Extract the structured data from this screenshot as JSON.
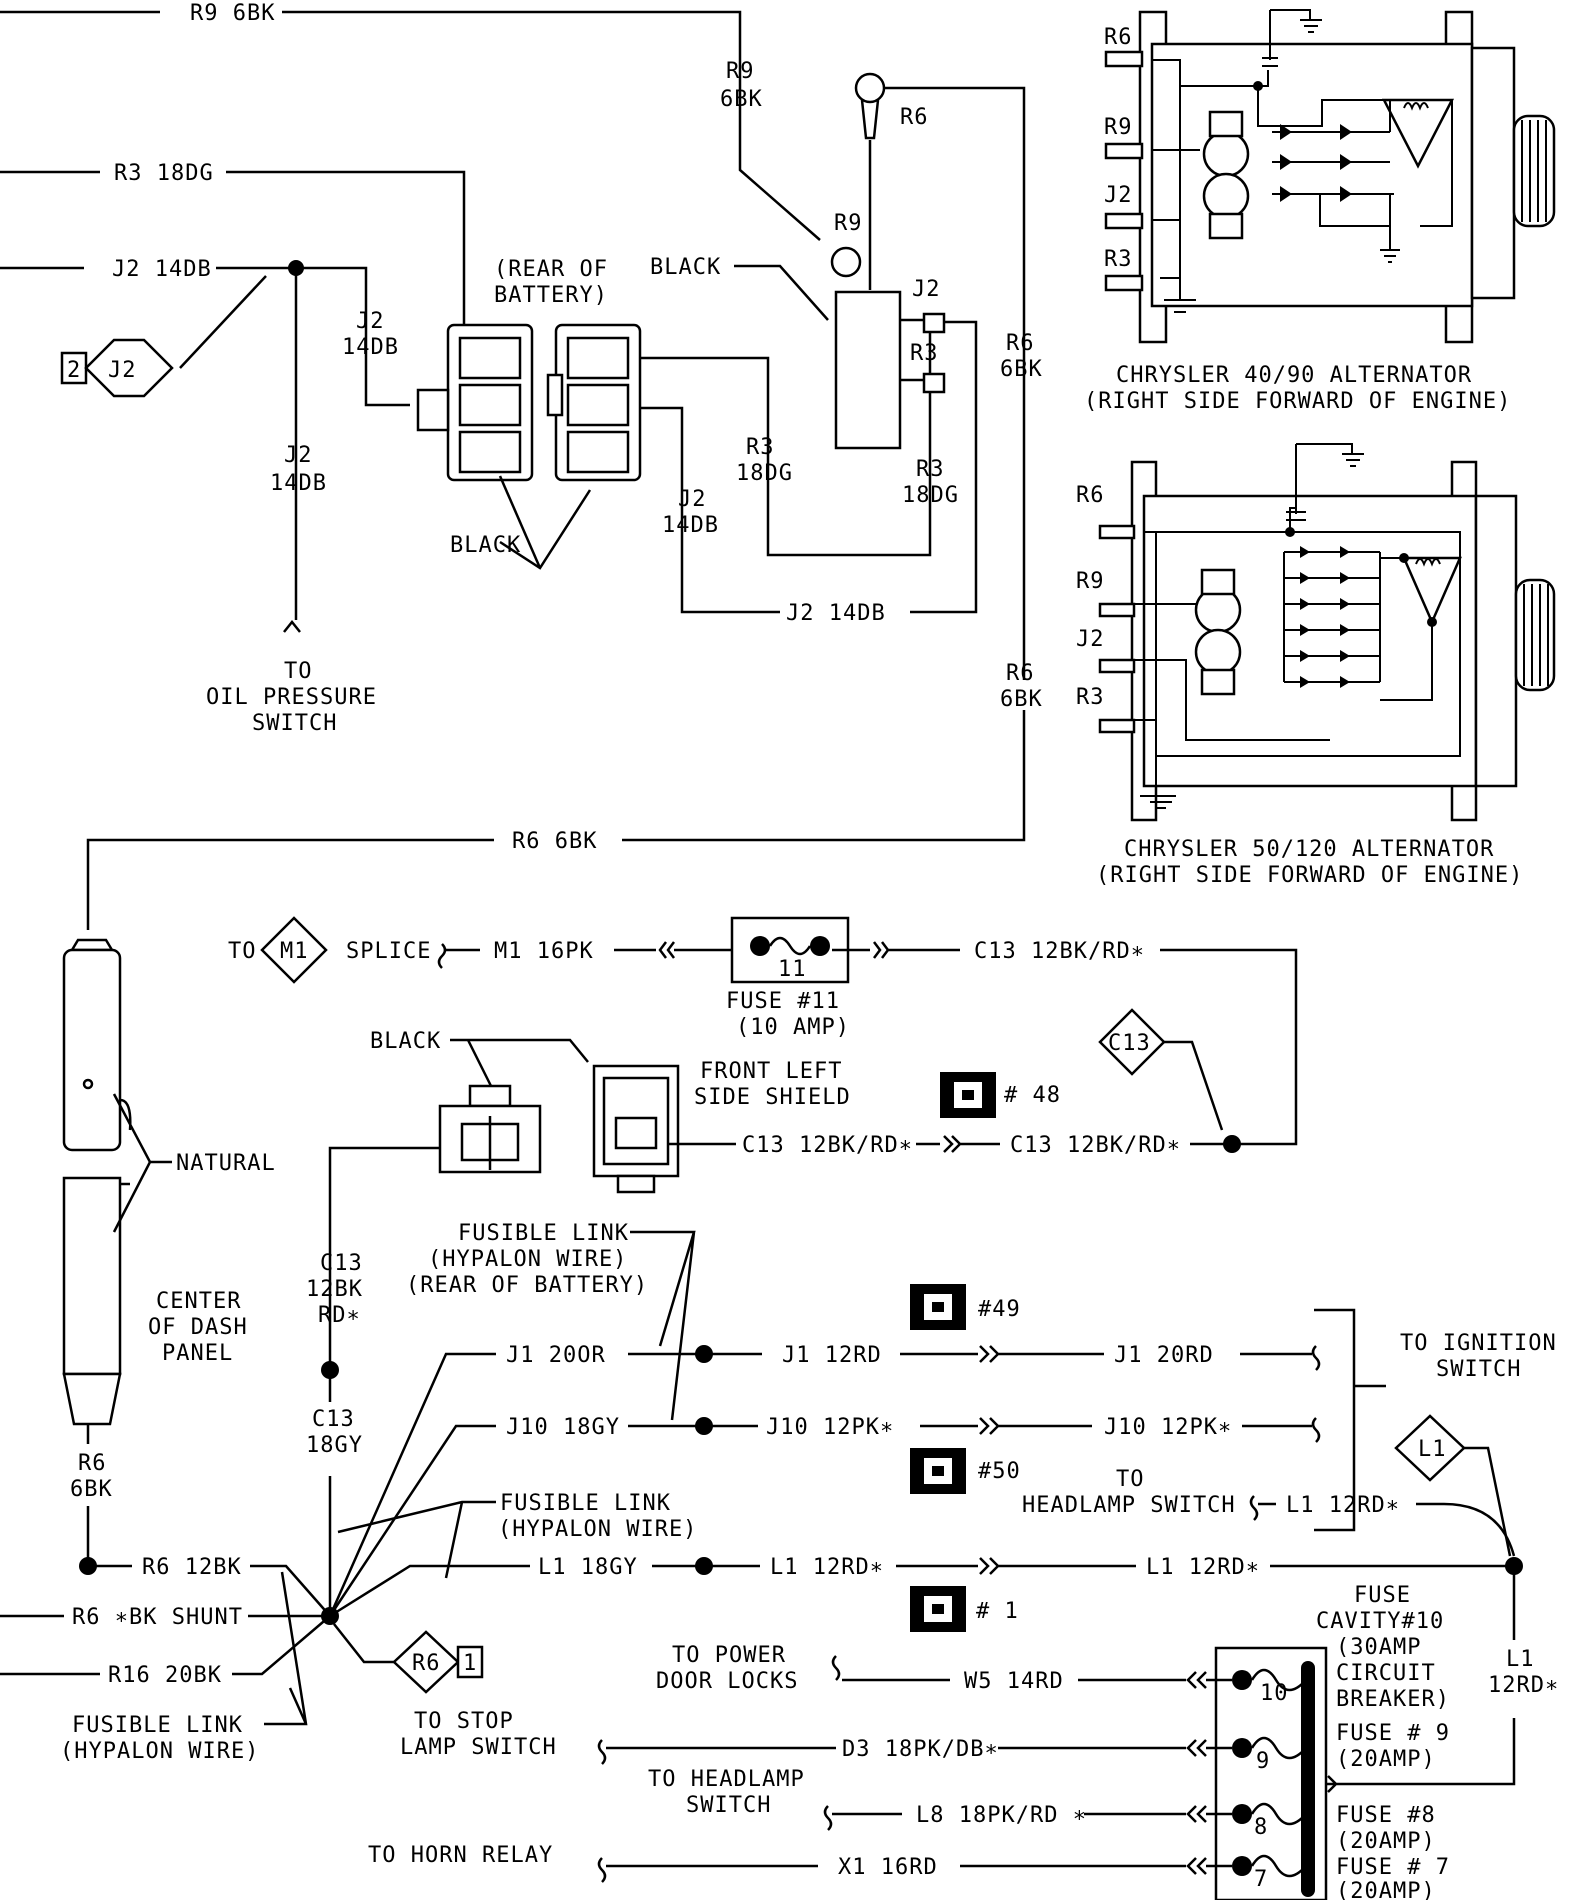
{
  "colors": {
    "ink": "#000000",
    "paper": "#ffffff"
  },
  "icons": [
    "connector-icon",
    "ground-icon",
    "fuse-icon",
    "diode-icon",
    "ring-terminal-icon",
    "splice-dot-icon"
  ],
  "top": {
    "r9_top": "R9 6BK",
    "r9_a": "R9",
    "r9_b": "6BK",
    "r6_stud": "R6",
    "r3_left": "R3 18DG",
    "j2_left": "J2 14DB",
    "j2_tag": "J2",
    "j2_tag_num": "2",
    "j2_conn_a": "J2",
    "j2_conn_b": "14DB",
    "j2_oil_a": "J2",
    "j2_oil_b": "14DB",
    "rear_battery_a": "(REAR OF",
    "rear_battery_b": "BATTERY)",
    "black_top": "BLACK",
    "black_bottom": "BLACK",
    "r9_ring": "R9",
    "j2_stud": "J2",
    "r3_stud": "R3",
    "r3_a1": "R3",
    "r3_a2": "18DG",
    "r3_b1": "R3",
    "r3_b2": "18DG",
    "j2_mid_a": "J2",
    "j2_mid_b": "14DB",
    "j2_bottom": "J2 14DB",
    "r6_right_a": "R6",
    "r6_right_b": "6BK",
    "r6_right2_a": "R6",
    "r6_right2_b": "6BK",
    "oil_1": "TO",
    "oil_2": "OIL PRESSURE",
    "oil_3": "SWITCH",
    "r6_long": "R6 6BK"
  },
  "alt1": {
    "r6": "R6",
    "r9": "R9",
    "j2": "J2",
    "r3": "R3",
    "title": "CHRYSLER 40/90 ALTERNATOR",
    "subtitle": "(RIGHT SIDE FORWARD OF ENGINE)"
  },
  "alt2": {
    "r6": "R6",
    "r9": "R9",
    "j2": "J2",
    "r3": "R3",
    "title": "CHRYSLER 50/120 ALTERNATOR",
    "subtitle": "(RIGHT SIDE FORWARD OF ENGINE)"
  },
  "middle": {
    "to": "TO",
    "m1": "M1",
    "splice": "SPLICE",
    "m1_wire": "M1 16PK",
    "fuse_num": "11",
    "fuse_label": "FUSE #11",
    "fuse_amp": "(10 AMP)",
    "c13_top": "C13 12BK/RD∗",
    "c13_tag": "C13",
    "black": "BLACK",
    "shield_a": "FRONT LEFT",
    "shield_b": "SIDE SHIELD",
    "conn48": "# 48",
    "c13_mid_a": "C13 12BK/RD∗",
    "c13_mid_b": "C13 12BK/RD∗",
    "natural": "NATURAL",
    "center_a": "CENTER",
    "center_b": "OF DASH",
    "center_c": "PANEL",
    "c13_v_a": "C13",
    "c13_v_b": "12BK",
    "c13_v_c": "RD∗",
    "fl_a": "FUSIBLE LINK",
    "fl_b": "(HYPALON WIRE)",
    "fl_c": "(REAR OF BATTERY)"
  },
  "bottom": {
    "j1_200r": "J1 20OR",
    "j1_12rd": "J1 12RD",
    "j1_20rd": "J1 20RD",
    "conn49": "#49",
    "ign_a": "TO IGNITION",
    "ign_b": "SWITCH",
    "j10_18gy": "J10 18GY",
    "j10_12pk_a": "J10 12PK∗",
    "j10_12pk_b": "J10 12PK∗",
    "conn50": "#50",
    "c13_18gy_a": "C13",
    "c13_18gy_b": "18GY",
    "fl2_a": "FUSIBLE LINK",
    "fl2_b": "(HYPALON WIRE)",
    "head_a": "TO",
    "head_b": "HEADLAMP SWITCH",
    "l1_12rd_top": "L1 12RD∗",
    "l1_tag": "L1",
    "r6_6bk_a": "R6",
    "r6_6bk_b": "6BK",
    "r6_12bk": "R6 12BK",
    "l1_18gy": "L1 18GY",
    "l1_12rd_a": "L1 12RD∗",
    "l1_12rd_b": "L1 12RD∗",
    "conn1": "# 1",
    "r6_shunt": "R6 ∗BK SHUNT",
    "r16": "R16 20BK",
    "r6_tag": "R6",
    "r6_tag_num": "1",
    "fl3_a": "FUSIBLE LINK",
    "fl3_b": "(HYPALON WIRE)",
    "stop_a": "TO STOP",
    "stop_b": "LAMP SWITCH",
    "pdl_a": "TO POWER",
    "pdl_b": "DOOR LOCKS",
    "w5": "W5 14RD",
    "d3": "D3 18PK/DB∗",
    "hl_a": "TO HEADLAMP",
    "hl_b": "SWITCH",
    "l8": "L8 18PK/RD ∗",
    "horn": "TO HORN RELAY",
    "x1": "X1 16RD",
    "fc_a": "FUSE",
    "fc_b": "CAVITY#10",
    "fc_c": "(30AMP",
    "fc_d": "CIRCUIT",
    "fc_e": "BREAKER)",
    "f9_a": "FUSE # 9",
    "f9_b": "(20AMP)",
    "f8_a": "FUSE #8",
    "f8_b": "(20AMP)",
    "f7_a": "FUSE # 7",
    "f7_b": "(20AMP)",
    "fuse_10": "10",
    "fuse_9": "9",
    "fuse_8": "8",
    "fuse_7": "7",
    "l1_right_a": "L1",
    "l1_right_b": "12RD∗"
  }
}
